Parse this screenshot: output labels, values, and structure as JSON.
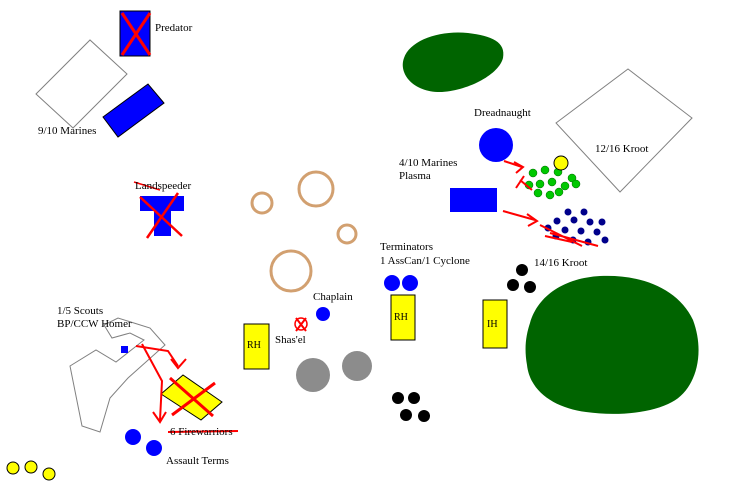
{
  "labels": {
    "predator": "Predator",
    "marines_9_10": "9/10 Marines",
    "landspeeder": "Landspeeder",
    "dreadnaught": "Dreadnaught",
    "marines_4_10": "4/10 Marines",
    "plasma": "Plasma",
    "kroot_12_16": "12/16 Kroot",
    "kroot_14_16": "14/16 Kroot",
    "terminators": "Terminators",
    "terminators_loadout": "1 AssCan/1 Cyclone",
    "chaplain": "Chaplain",
    "shasel": "Shas'el",
    "scouts": "1/5 Scouts",
    "scouts_loadout": "BP/CCW Homer",
    "firewarriors": "6 Firewarriors",
    "assault_terms": "Assault Terms",
    "rh_left": "RH",
    "rh_center": "RH",
    "ih": "IH"
  },
  "colors": {
    "marine_blue": "#0000ff",
    "navy": "#00008b",
    "forest": "#006400",
    "kroot_green": "#00c800",
    "tau_yellow": "#ffff00",
    "crater": "#d2a070",
    "rock_gray": "#8c8c8c",
    "ruin_gray": "#808080",
    "strike_red": "#ff0000",
    "black": "#000000"
  }
}
